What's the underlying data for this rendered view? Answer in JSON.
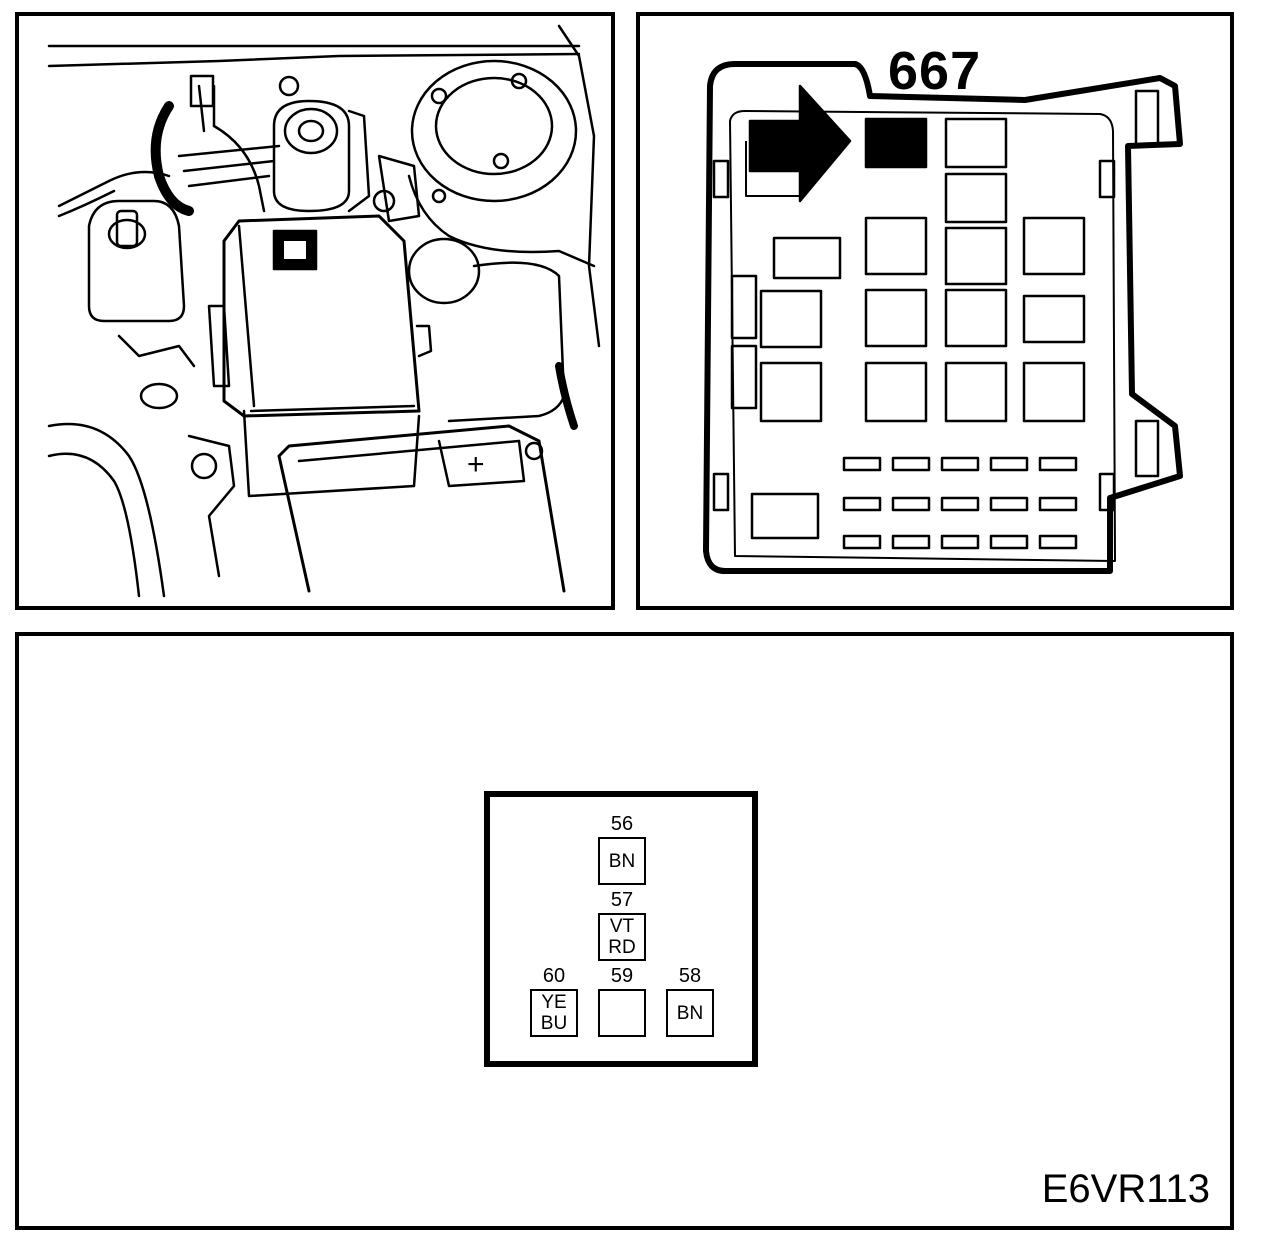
{
  "fusebox": {
    "callout": "667"
  },
  "engine_bay": {
    "battery_terminal_symbol": "+"
  },
  "connector": {
    "pins": [
      {
        "number": "56",
        "wire_color": "BN"
      },
      {
        "number": "57",
        "wire_color": "VT\nRD"
      },
      {
        "number": "60",
        "wire_color": "YE\nBU"
      },
      {
        "number": "59",
        "wire_color": ""
      },
      {
        "number": "58",
        "wire_color": "BN"
      }
    ]
  },
  "figure_id": "E6VR113",
  "colors": {
    "line": "#000000",
    "background": "#ffffff"
  }
}
